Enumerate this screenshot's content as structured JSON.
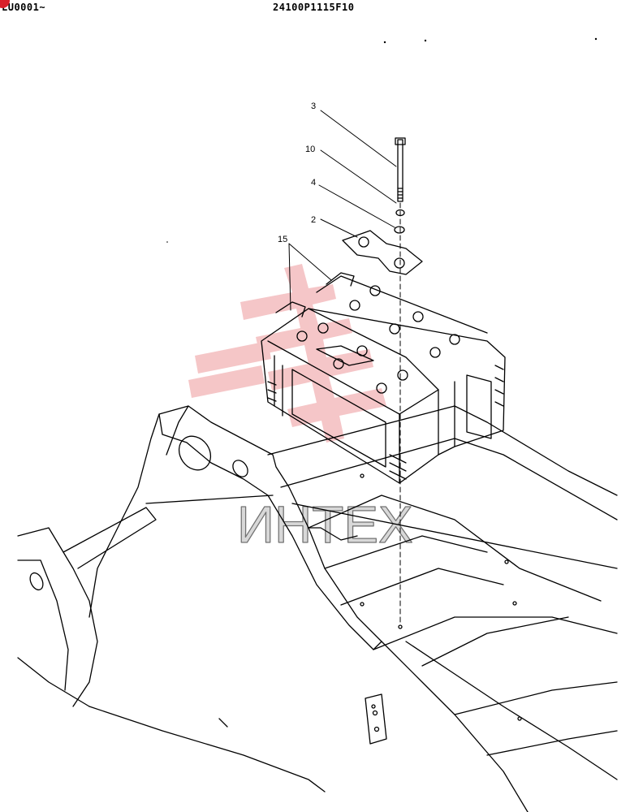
{
  "header": {
    "serial_range": "LU0001~",
    "drawing_number": "24100P1115F10"
  },
  "callouts": {
    "bolt": "3",
    "washer_upper": "10",
    "washer_lower": "4",
    "hold_down_plate": "2",
    "battery": "15"
  },
  "watermark": {
    "text": "ИНТЕХ",
    "color": "#e8383d"
  }
}
